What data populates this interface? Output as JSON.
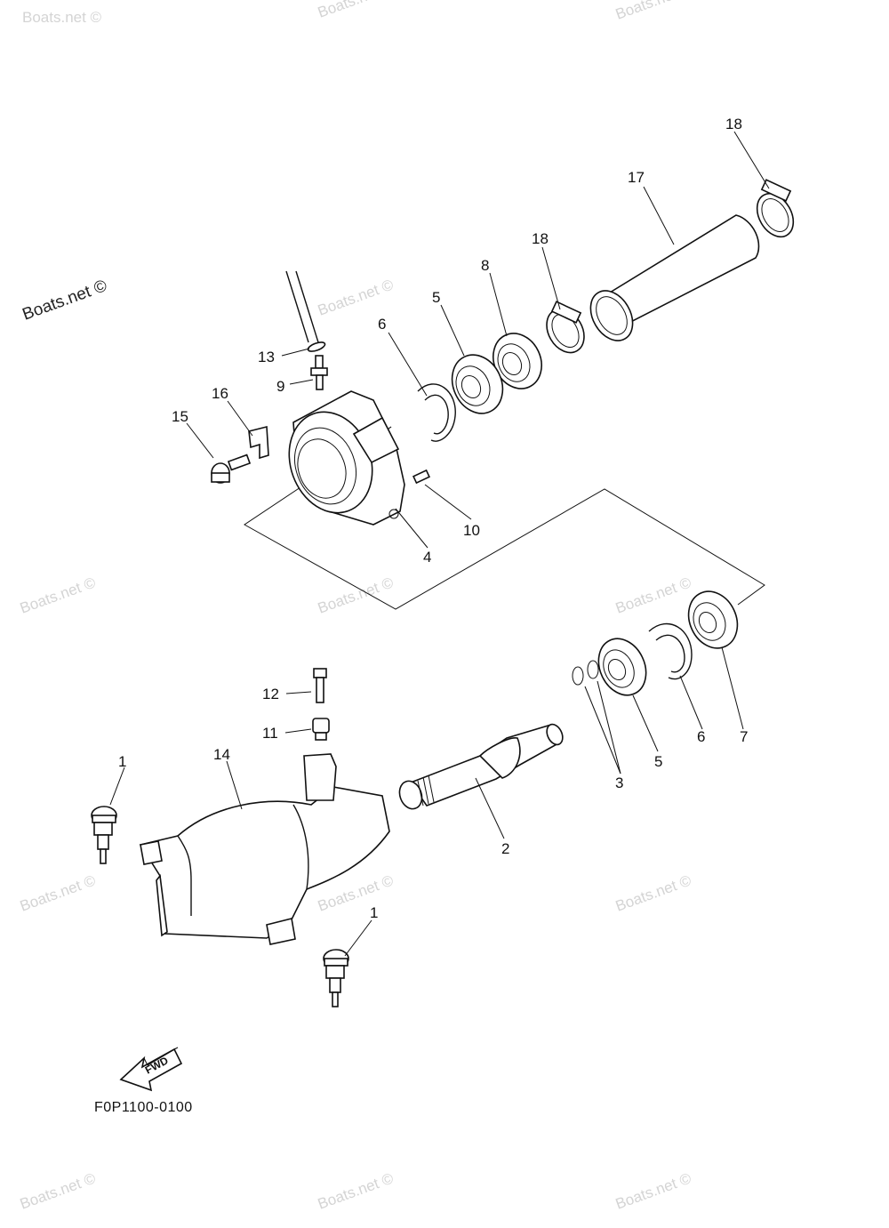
{
  "watermark": {
    "text": "Boats.net ©"
  },
  "diagram_code": "F0P1100-0100",
  "fwd_label": "FWD",
  "callouts": {
    "n1": "1",
    "n2": "2",
    "n3": "3",
    "n4": "4",
    "n5": "5",
    "n6": "6",
    "n7": "7",
    "n8": "8",
    "n9": "9",
    "n10": "10",
    "n11": "11",
    "n12": "12",
    "n13": "13",
    "n14": "14",
    "n15": "15",
    "n16": "16",
    "n17": "17",
    "n18": "18"
  }
}
